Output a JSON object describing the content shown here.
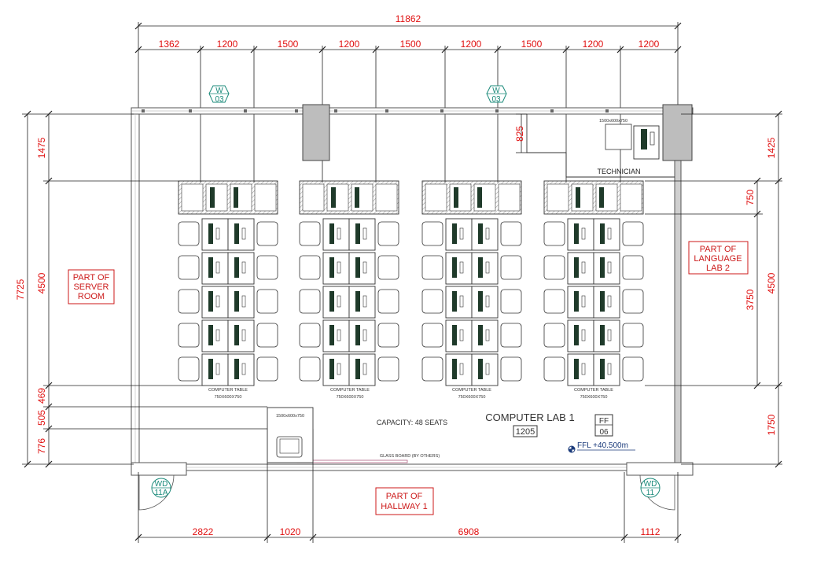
{
  "dims": {
    "total_width": "11862",
    "top": [
      "1362",
      "1200",
      "1500",
      "1200",
      "1500",
      "1200",
      "1500",
      "1200",
      "1200"
    ],
    "left_total": "7725",
    "left": [
      "1475",
      "4500",
      "469",
      "505",
      "776"
    ],
    "right": [
      "1425",
      "4500",
      "1750"
    ],
    "right_inner": [
      "750",
      "3750"
    ],
    "bottom": [
      "2822",
      "1020",
      "6908",
      "1112"
    ],
    "technician_depth": "825"
  },
  "labels": {
    "room_name": "COMPUTER LAB 1",
    "room_number": "1205",
    "capacity": "CAPACITY: 48 SEATS",
    "technician": "TECHNICIAN",
    "technician_table": "1500x600x750",
    "computer_table": "COMPUTER TABLE",
    "computer_table_size": "750X600X750",
    "instructor_table": "1500x600x750",
    "glass_board": "GLASS BOARD (BY OTHERS)",
    "ffl": "FFL +40.500m",
    "server_room": [
      "PART OF",
      "SERVER",
      "ROOM"
    ],
    "language_lab": [
      "PART OF",
      "LANGUAGE",
      "LAB 2"
    ],
    "hallway": [
      "PART OF",
      "HALLWAY 1"
    ]
  },
  "tags": {
    "window_left": {
      "code": "W",
      "num": "03"
    },
    "window_right": {
      "code": "W",
      "num": "03"
    },
    "floor_finish": {
      "code": "FF",
      "num": "06"
    },
    "door_left": {
      "code": "WD",
      "num": "11A"
    },
    "door_right": {
      "code": "WD",
      "num": "11"
    }
  },
  "layout": {
    "clusters": 4,
    "rows_per_cluster": 5,
    "seats_per_row": 2
  }
}
